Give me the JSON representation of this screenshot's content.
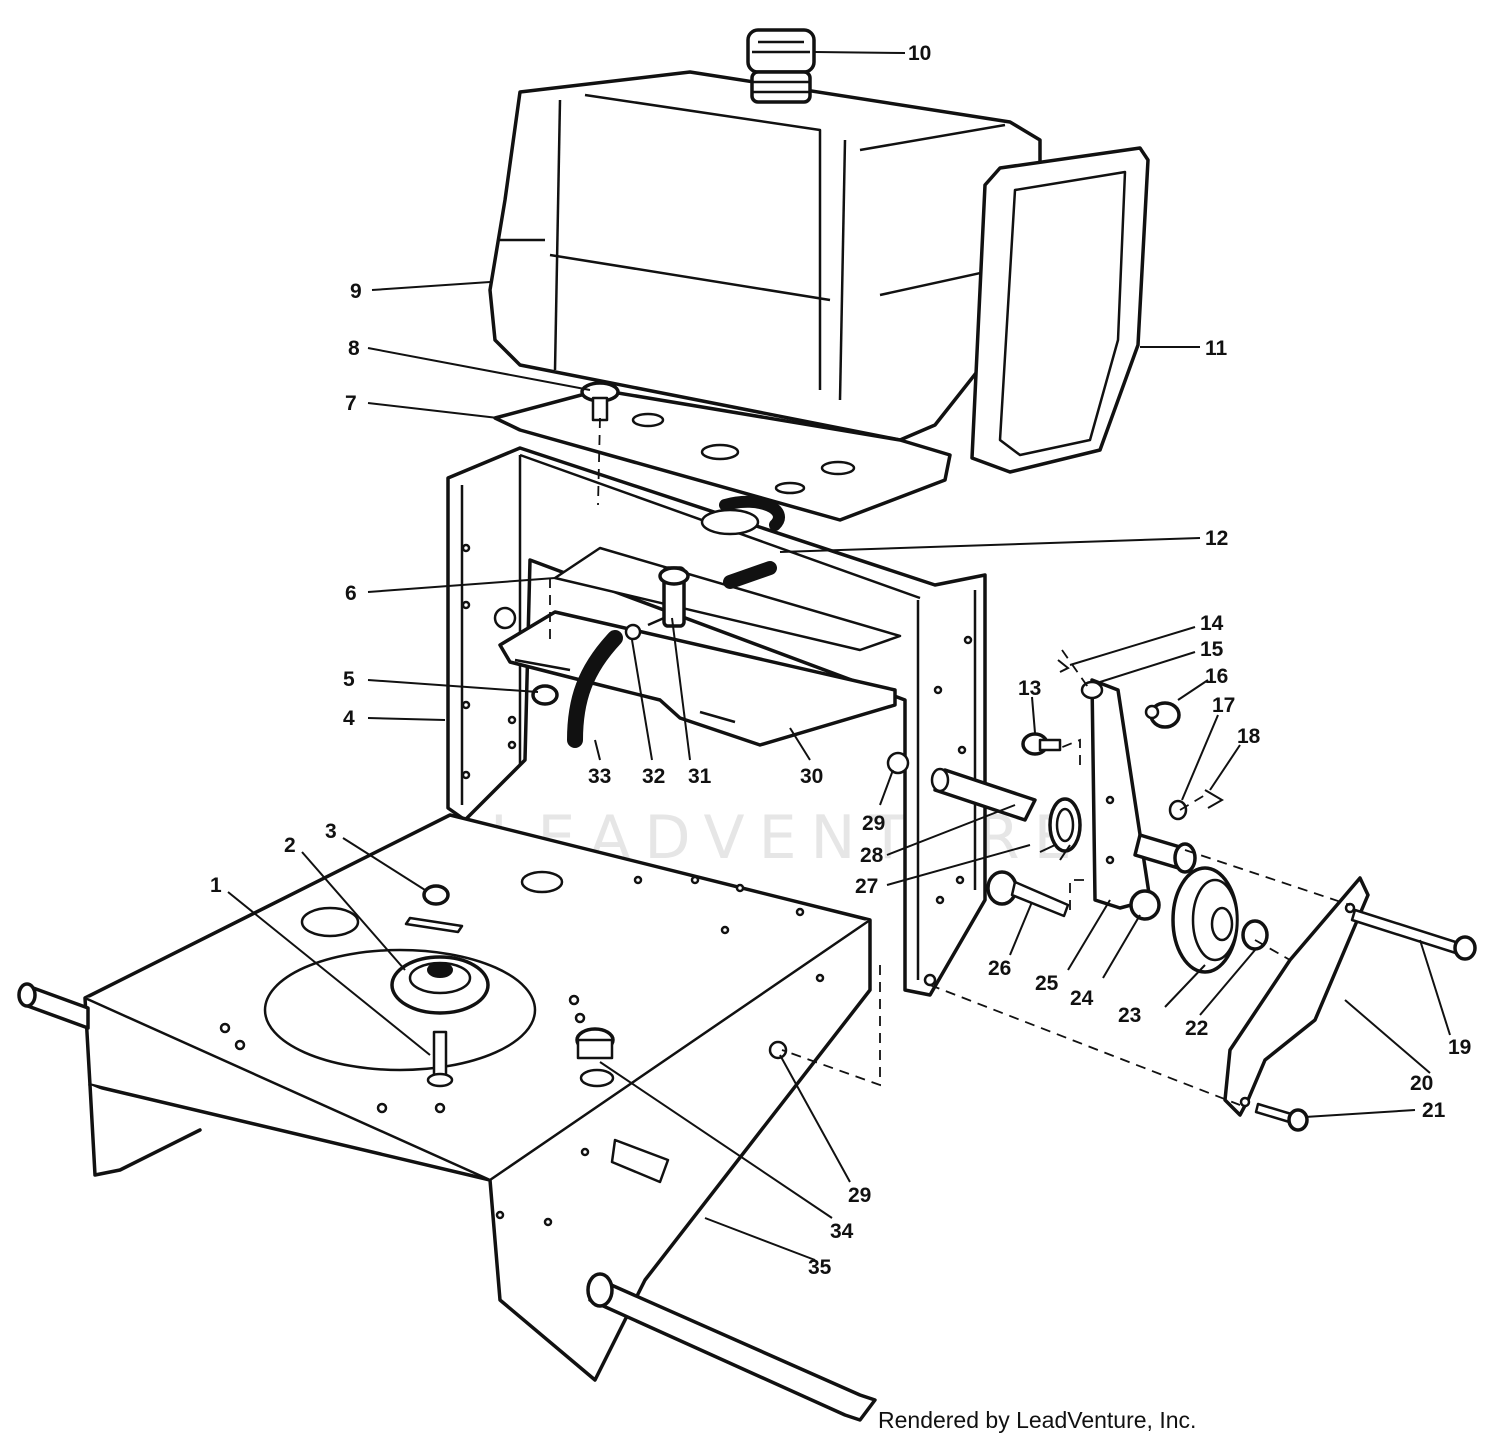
{
  "figure": {
    "credit": "Rendered by LeadVenture, Inc.",
    "watermark": "LEADVENTURE"
  },
  "callouts": [
    {
      "id": "c1",
      "label": "1"
    },
    {
      "id": "c2",
      "label": "2"
    },
    {
      "id": "c3",
      "label": "3"
    },
    {
      "id": "c4",
      "label": "4"
    },
    {
      "id": "c5",
      "label": "5"
    },
    {
      "id": "c6",
      "label": "6"
    },
    {
      "id": "c7",
      "label": "7"
    },
    {
      "id": "c8",
      "label": "8"
    },
    {
      "id": "c9",
      "label": "9"
    },
    {
      "id": "c10",
      "label": "10"
    },
    {
      "id": "c11",
      "label": "11"
    },
    {
      "id": "c12",
      "label": "12"
    },
    {
      "id": "c13",
      "label": "13"
    },
    {
      "id": "c14",
      "label": "14"
    },
    {
      "id": "c15",
      "label": "15"
    },
    {
      "id": "c16",
      "label": "16"
    },
    {
      "id": "c17",
      "label": "17"
    },
    {
      "id": "c18",
      "label": "18"
    },
    {
      "id": "c19",
      "label": "19"
    },
    {
      "id": "c20",
      "label": "20"
    },
    {
      "id": "c21",
      "label": "21"
    },
    {
      "id": "c22",
      "label": "22"
    },
    {
      "id": "c23",
      "label": "23"
    },
    {
      "id": "c24",
      "label": "24"
    },
    {
      "id": "c25",
      "label": "25"
    },
    {
      "id": "c26",
      "label": "26"
    },
    {
      "id": "c27",
      "label": "27"
    },
    {
      "id": "c28",
      "label": "28"
    },
    {
      "id": "c29a",
      "label": "29"
    },
    {
      "id": "c30",
      "label": "30"
    },
    {
      "id": "c31",
      "label": "31"
    },
    {
      "id": "c32",
      "label": "32"
    },
    {
      "id": "c33",
      "label": "33"
    },
    {
      "id": "c34",
      "label": "34"
    },
    {
      "id": "c29b",
      "label": "29"
    },
    {
      "id": "c35",
      "label": "35"
    }
  ]
}
